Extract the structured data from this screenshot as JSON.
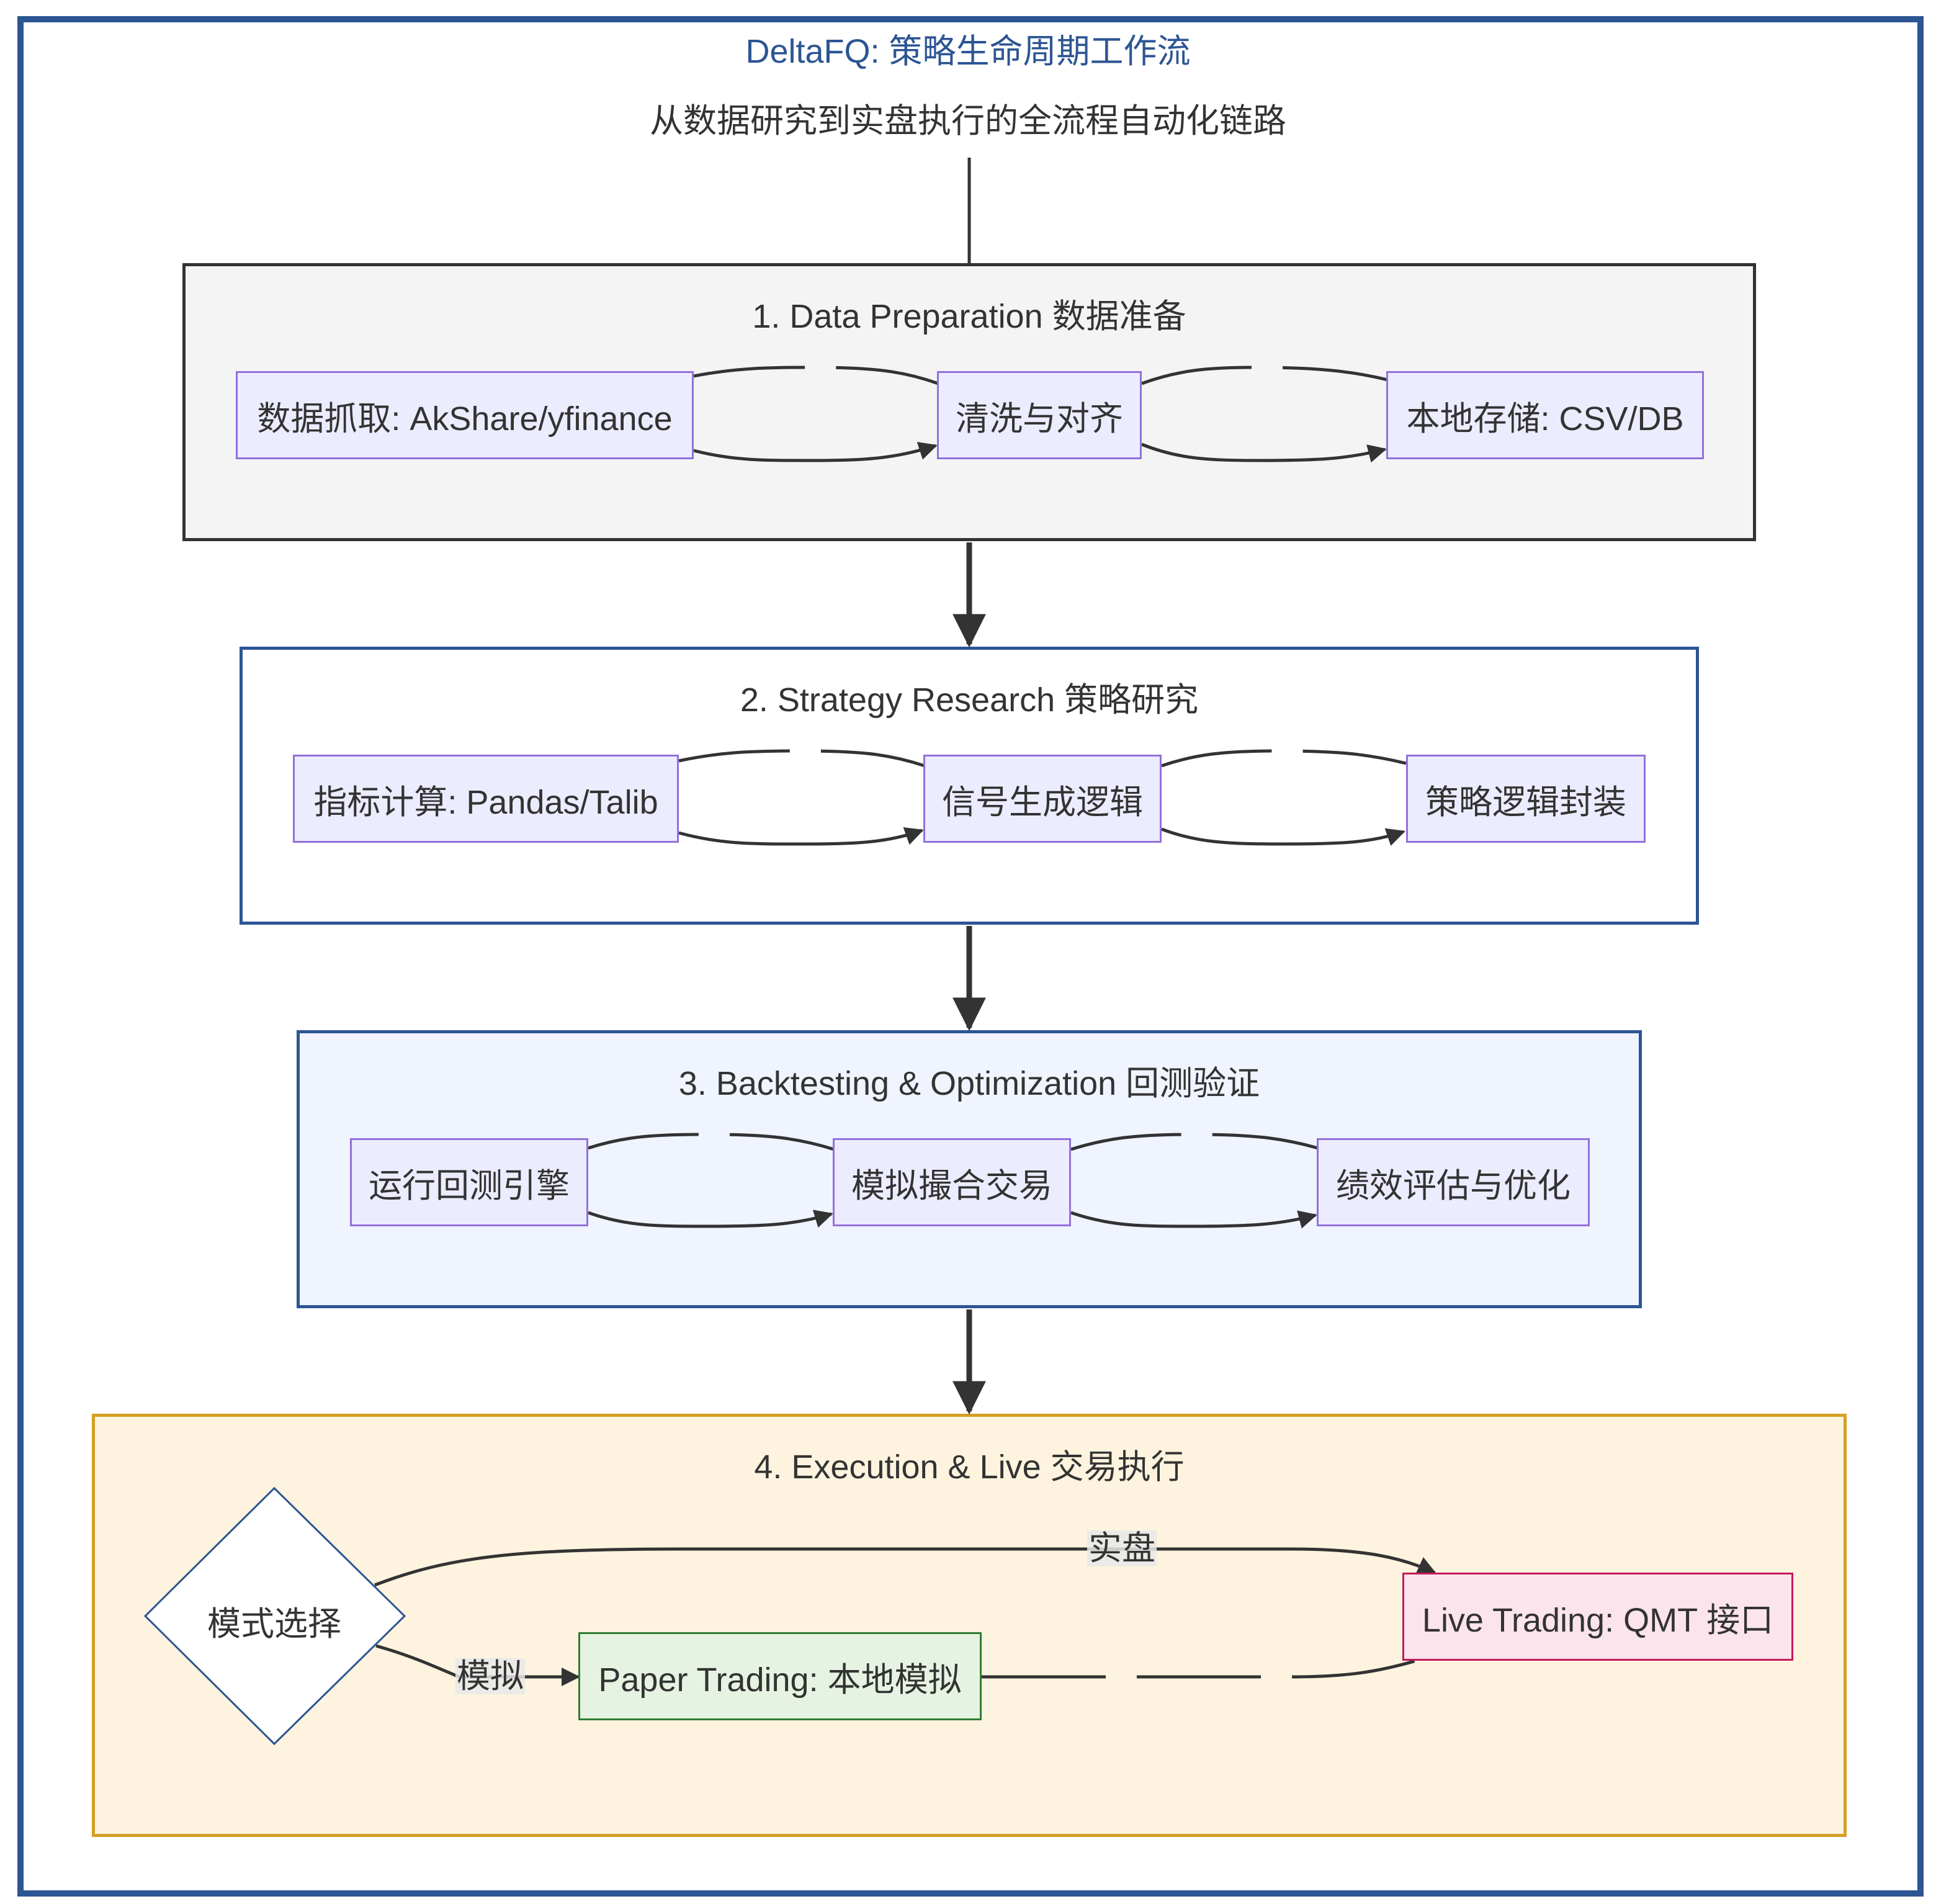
{
  "title": "DeltaFQ: 策略生命周期工作流",
  "subtitle": "从数据研究到实盘执行的全流程自动化链路",
  "colors": {
    "frame": "#2c5593",
    "node_fill": "#ececff",
    "node_stroke": "#9370db",
    "edge": "#333333",
    "paper_fill": "#e7f3e2",
    "paper_stroke": "#2e7d32",
    "live_fill": "#fce4ec",
    "live_stroke": "#c2185b"
  },
  "clusters": {
    "data_prep": {
      "label": "1. Data Preparation 数据准备",
      "nodes": [
        "数据抓取: AkShare/yfinance",
        "清洗与对齐",
        "本地存储: CSV/DB"
      ]
    },
    "strategy": {
      "label": "2. Strategy Research 策略研究",
      "nodes": [
        "指标计算: Pandas/Talib",
        "信号生成逻辑",
        "策略逻辑封装"
      ]
    },
    "backtest": {
      "label": "3. Backtesting & Optimization 回测验证",
      "nodes": [
        "运行回测引擎",
        "模拟撮合交易",
        "绩效评估与优化"
      ]
    },
    "execution": {
      "label": "4. Execution & Live 交易执行",
      "decision": "模式选择",
      "paper": "Paper Trading: 本地模拟",
      "live": "Live Trading: QMT 接口",
      "edge_live": "实盘",
      "edge_paper": "模拟"
    }
  }
}
